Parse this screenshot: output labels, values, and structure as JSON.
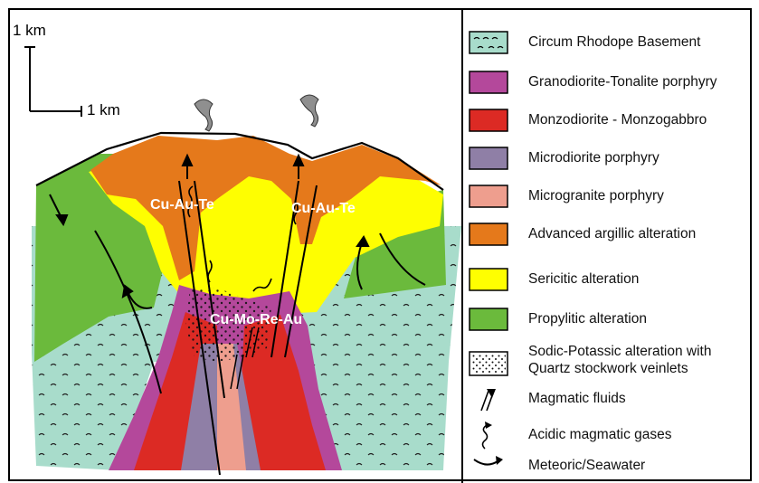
{
  "colors": {
    "basement": "#a8dccb",
    "granodiorite": "#b4489b",
    "monzodiorite": "#dc2a24",
    "microdiorite": "#8f7fa6",
    "microgranite": "#ee9e8e",
    "argillic": "#e5791b",
    "sericitic": "#fefe01",
    "propylitic": "#6bba3c",
    "sodic": "#ffffff"
  },
  "diagram": {
    "scale_vertical": "1 km",
    "scale_horizontal": "1 km",
    "ore_labels": [
      "Cu-Au-Te",
      "Cu-Au-Te",
      "Cu-Mo-Re-Au"
    ]
  },
  "legend": [
    {
      "label": "Circum Rhodope Basement",
      "swatch": "basement-pattern"
    },
    {
      "label": "Granodiorite-Tonalite porphyry",
      "swatch": "fill"
    },
    {
      "label": "Monzodiorite - Monzogabbro",
      "swatch": "fill"
    },
    {
      "label": "Microdiorite porphyry",
      "swatch": "fill"
    },
    {
      "label": "Microgranite porphyry",
      "swatch": "fill"
    },
    {
      "label": "Advanced argillic alteration",
      "swatch": "fill"
    },
    {
      "label": "Sericitic alteration",
      "swatch": "fill"
    },
    {
      "label": "Propylitic alteration",
      "swatch": "fill"
    },
    {
      "label": "Sodic-Potassic alteration with",
      "label2": "Quartz stockwork veinlets",
      "swatch": "dots"
    },
    {
      "label": "Magmatic fluids",
      "swatch": "double-arrow-icon"
    },
    {
      "label": "Acidic magmatic gases",
      "swatch": "squiggle-arrow-icon"
    },
    {
      "label": "Meteoric/Seawater",
      "swatch": "curved-arrow-icon"
    }
  ]
}
